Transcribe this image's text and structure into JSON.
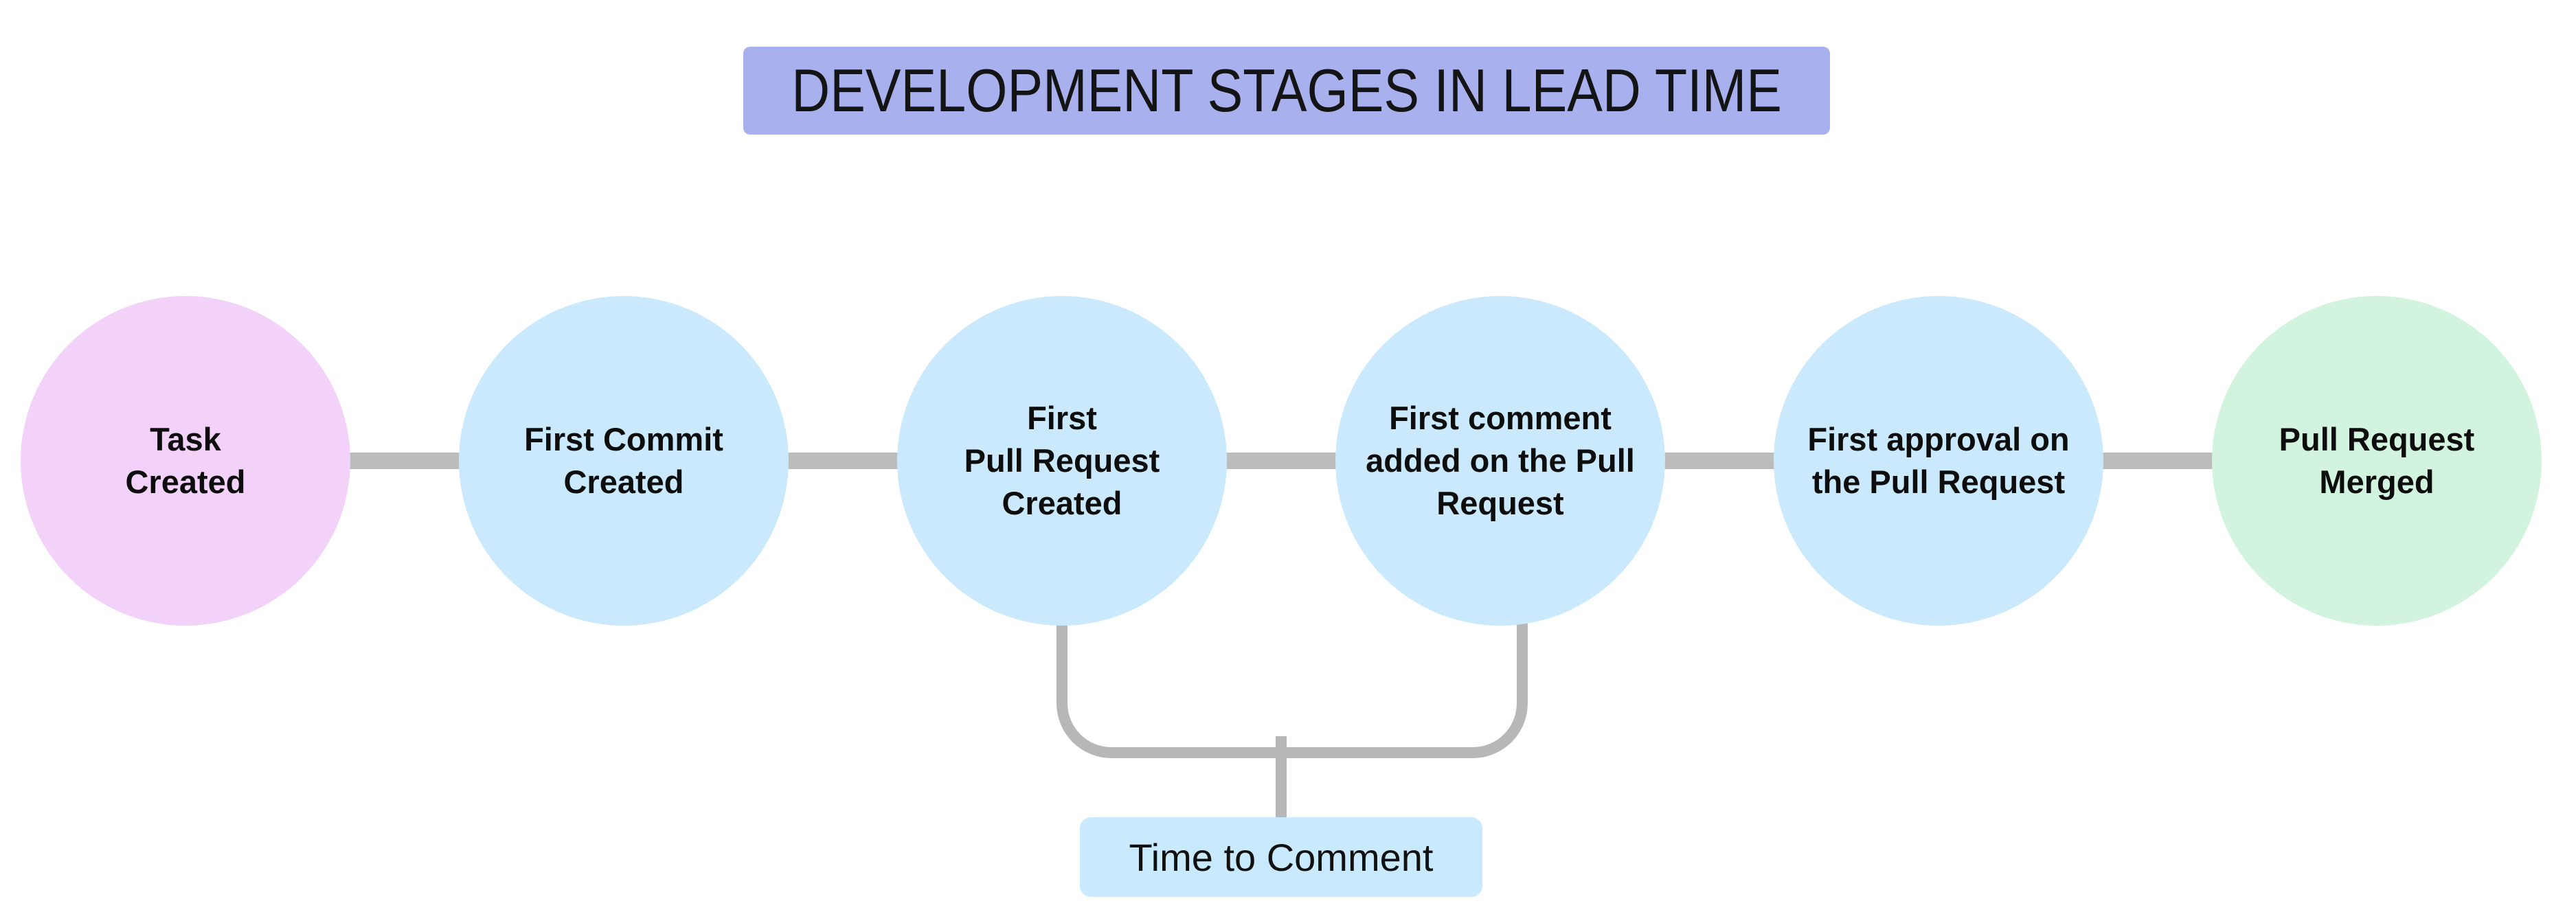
{
  "title": {
    "label": "DEVELOPMENT STAGES IN LEAD TIME",
    "bg": "#a8b0ee",
    "text_color": "#141414"
  },
  "flow": {
    "connector_color": "#bcbcbc",
    "stages": [
      {
        "name": "task-created",
        "lines": [
          "Task",
          "Created"
        ],
        "fill": "#f3d2f9"
      },
      {
        "name": "first-commit-created",
        "lines": [
          "First Commit",
          "Created"
        ],
        "fill": "#cae9fc"
      },
      {
        "name": "first-pull-request-created",
        "lines": [
          "First",
          "Pull Request",
          "Created"
        ],
        "fill": "#cae9fc"
      },
      {
        "name": "first-comment-added",
        "lines": [
          "First comment",
          "added on the Pull",
          "Request"
        ],
        "fill": "#cae9fc"
      },
      {
        "name": "first-approval",
        "lines": [
          "First approval on",
          "the Pull Request"
        ],
        "fill": "#cae9fc"
      },
      {
        "name": "pull-request-merged",
        "lines": [
          "Pull Request",
          "Merged"
        ],
        "fill": "#d2f3de"
      }
    ]
  },
  "annotation": {
    "label": "Time to Comment",
    "bg": "#c9e9fd",
    "bracket_color": "#b7b7b7"
  }
}
